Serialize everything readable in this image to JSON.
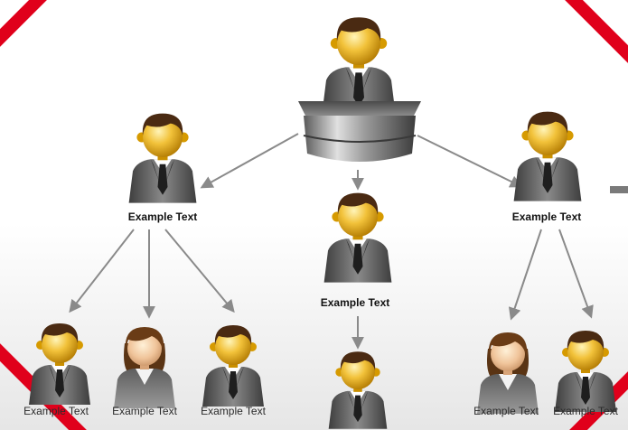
{
  "colors": {
    "red_border": "#e0001b",
    "arrow": "#8a8a8a",
    "skin": "#f0b400",
    "hair": "#4a2a12",
    "suit": "#5a5a5a",
    "tie": "#222222",
    "podium": "#6e6e6e"
  },
  "icons": {
    "leader": "person-at-podium-icon",
    "male": "male-person-icon",
    "female": "female-person-icon"
  },
  "labels": {
    "manager_left": "Example Text",
    "manager_center": "Example Text",
    "manager_right": "Example Text",
    "leaf_1": "Example Text",
    "leaf_2": "Example Text",
    "leaf_3": "Example Text",
    "leaf_right_1": "Example Text",
    "leaf_right_2": "Example Text"
  }
}
